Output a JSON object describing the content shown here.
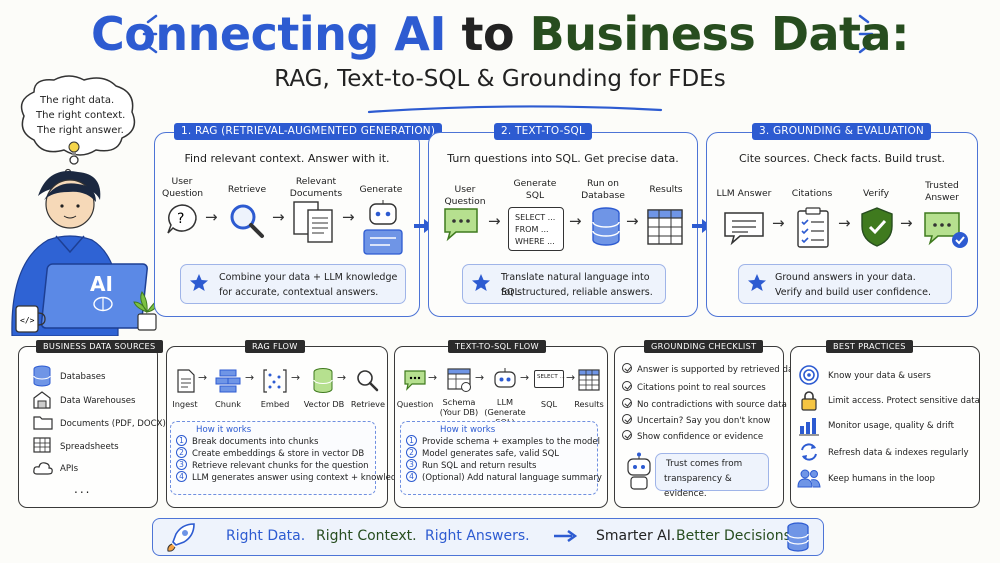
{
  "title": {
    "part1": "Connecting AI",
    "part2": "to",
    "part3": "Business Data:",
    "subtitle": "RAG, Text-to-SQL & Grounding for FDEs"
  },
  "thought": {
    "line1": "The right data.",
    "line2": "The right context.",
    "line3": "The right answer.",
    "laptop": "AI"
  },
  "rag": {
    "header": "1. RAG (RETRIEVAL-AUGMENTED GENERATION)",
    "subtitle": "Find relevant context. Answer with it.",
    "steps": [
      "User Question",
      "Retrieve",
      "Relevant Documents",
      "Generate"
    ],
    "note_line1": "Combine your data + LLM knowledge",
    "note_line2": "for accurate, contextual answers."
  },
  "sql": {
    "header": "2. TEXT-TO-SQL",
    "subtitle": "Turn questions into SQL. Get precise data.",
    "steps": [
      "User Question",
      "Generate SQL",
      "Run on Database",
      "Results"
    ],
    "code": [
      "SELECT ...",
      "FROM ...",
      "WHERE ..."
    ],
    "note_line1": "Translate natural language into SQL",
    "note_line2": "for structured, reliable answers."
  },
  "grounding": {
    "header": "3. GROUNDING & EVALUATION",
    "subtitle": "Cite sources. Check facts. Build trust.",
    "steps": [
      "LLM Answer",
      "Citations",
      "Verify",
      "Trusted Answer"
    ],
    "note_line1": "Ground answers in your data.",
    "note_line2": "Verify and build user confidence."
  },
  "sources": {
    "header": "BUSINESS DATA SOURCES",
    "items": [
      "Databases",
      "Data Warehouses",
      "Documents (PDF, DOCX)",
      "Spreadsheets",
      "APIs",
      "..."
    ]
  },
  "ragflow": {
    "header": "RAG FLOW",
    "steps": [
      "Ingest",
      "Chunk",
      "Embed",
      "Vector DB",
      "Retrieve"
    ],
    "how": "How it works",
    "items": [
      "Break documents into chunks",
      "Create embeddings & store in vector DB",
      "Retrieve relevant chunks for the question",
      "LLM generates answer using context + knowledge"
    ],
    "nums": [
      "1",
      "2",
      "3",
      "4"
    ]
  },
  "sqlflow": {
    "header": "TEXT-TO-SQL FLOW",
    "steps": [
      "Question",
      "Schema (Your DB)",
      "LLM (Generate SQL)",
      "SQL",
      "Results"
    ],
    "select": "SELECT ...",
    "how": "How it works",
    "items": [
      "Provide schema + examples to the model",
      "Model generates safe, valid SQL",
      "Run SQL and return results",
      "(Optional) Add natural language summary"
    ],
    "nums": [
      "1",
      "2",
      "3",
      "4"
    ]
  },
  "checklist": {
    "header": "GROUNDING CHECKLIST",
    "items": [
      "Answer is supported by retrieved data",
      "Citations point to real sources",
      "No contradictions with source data",
      "Uncertain? Say you don't know",
      "Show confidence or evidence"
    ],
    "trust_line1": "Trust comes from",
    "trust_line2": "transparency & evidence."
  },
  "practices": {
    "header": "BEST PRACTICES",
    "items": [
      "Know your data & users",
      "Limit access. Protect sensitive data",
      "Monitor usage, quality & drift",
      "Refresh data & indexes regularly",
      "Keep humans in the loop"
    ]
  },
  "footer": {
    "a": "Right Data.",
    "b": "Right Context.",
    "c": "Right Answers.",
    "d": "Smarter AI.",
    "e": "Better Decisions."
  },
  "colors": {
    "blue": "#2d5bd1",
    "green": "#274d1f",
    "accent_green": "#7cc142"
  }
}
